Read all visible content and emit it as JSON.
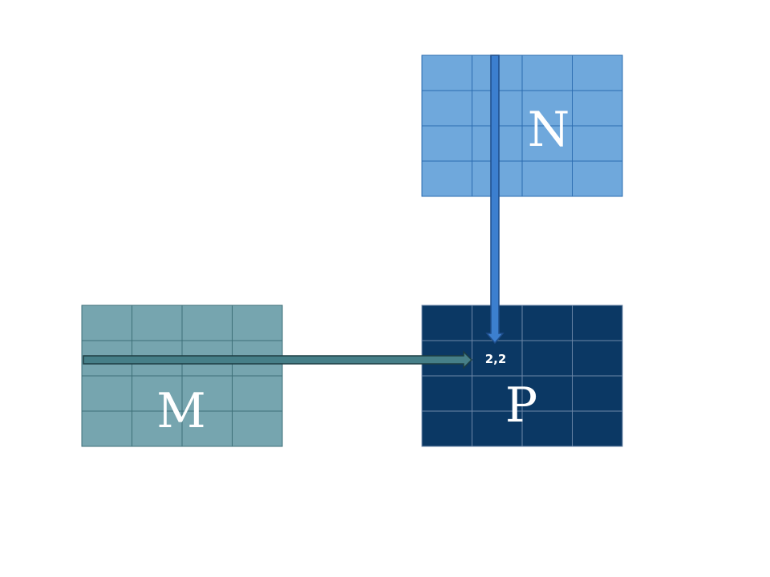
{
  "matrices": {
    "n": {
      "label": "N",
      "rows": 4,
      "cols": 4,
      "fill": "#6fa8dc"
    },
    "m": {
      "label": "M",
      "rows": 4,
      "cols": 4,
      "fill": "#76a5af"
    },
    "p": {
      "label": "P",
      "rows": 4,
      "cols": 4,
      "fill": "#0b3864",
      "cell_label": "2,2"
    }
  },
  "colors": {
    "grid_line_n": "#2b6cb0",
    "grid_line_m": "#3d6f78",
    "grid_line_p": "#6d87a8",
    "arrow_down_fill": "#3c7fcf",
    "arrow_down_stroke": "#1f4e8c",
    "arrow_right_fill": "#467f88",
    "arrow_right_stroke": "#1d3d42"
  }
}
